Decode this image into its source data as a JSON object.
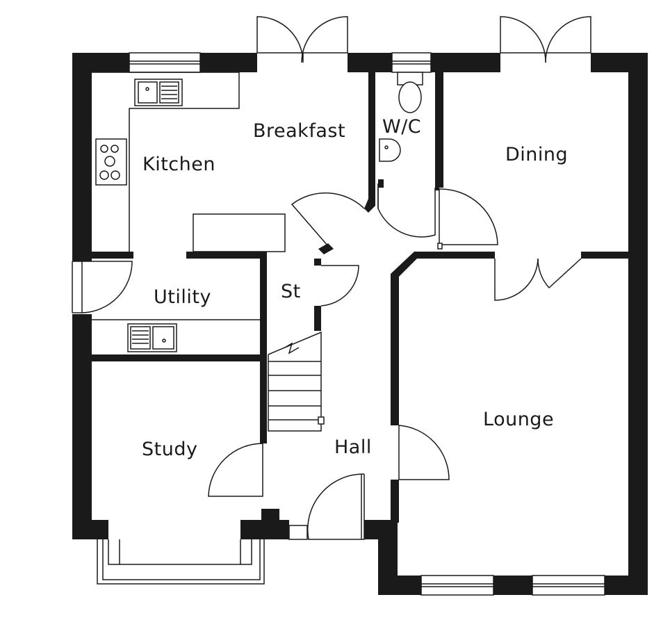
{
  "rooms": {
    "breakfast": "Breakfast",
    "wc": "W/C",
    "kitchen": "Kitchen",
    "dining": "Dining",
    "utility": "Utility",
    "store": "St",
    "lounge": "Lounge",
    "study": "Study",
    "hall": "Hall"
  },
  "colors": {
    "wall": "#1a1a1a",
    "background": "#ffffff"
  },
  "icons": [
    "kitchen-sink-icon",
    "hob-icon",
    "toilet-icon",
    "basin-icon",
    "utility-sink-icon",
    "staircase-icon"
  ]
}
